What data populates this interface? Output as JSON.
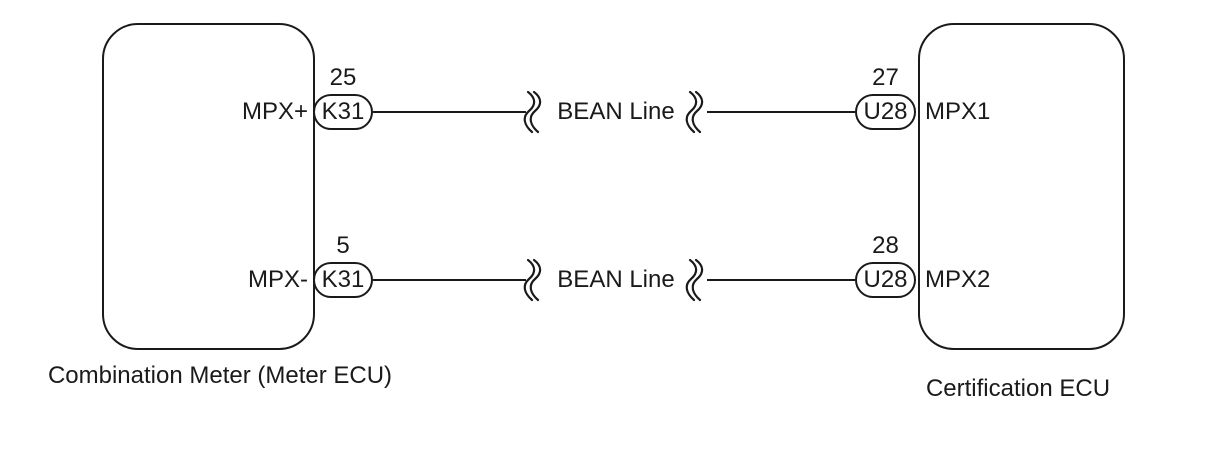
{
  "diagram": {
    "background_color": "#ffffff",
    "line_color": "#1a1a1a",
    "left_box": {
      "label": "Combination Meter (Meter ECU)"
    },
    "right_box": {
      "label": "Certification ECU"
    },
    "wires": [
      {
        "left_signal": "MPX+",
        "left_pin": "25",
        "left_connector": "K31",
        "line_label": "BEAN Line",
        "right_pin": "27",
        "right_connector": "U28",
        "right_signal": "MPX1"
      },
      {
        "left_signal": "MPX-",
        "left_pin": "5",
        "left_connector": "K31",
        "line_label": "BEAN Line",
        "right_pin": "28",
        "right_connector": "U28",
        "right_signal": "MPX2"
      }
    ]
  }
}
